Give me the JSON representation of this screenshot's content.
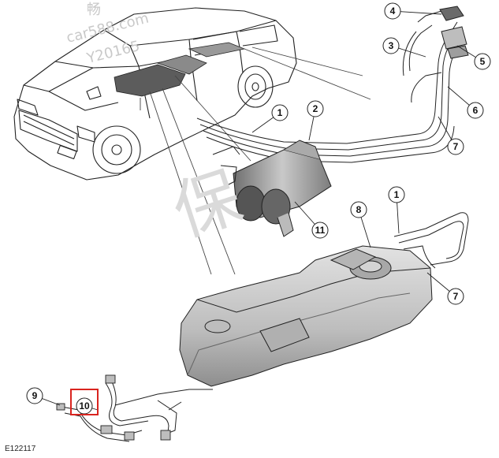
{
  "figure_id": "E122117",
  "callouts": [
    "1",
    "2",
    "3",
    "4",
    "5",
    "6",
    "7",
    "8",
    "9",
    "10",
    "11"
  ],
  "highlighted_callout": "10",
  "highlight_color": "#d9241f",
  "watermark": {
    "line1": "畅",
    "line2": "car588.com",
    "line3": "Y20165",
    "big_glyph": "保"
  },
  "colors": {
    "line": "#222222",
    "component_fill": "#cfcfcf",
    "component_shade": "#9a9a9a",
    "tank_fill": "#c8c8c8"
  }
}
